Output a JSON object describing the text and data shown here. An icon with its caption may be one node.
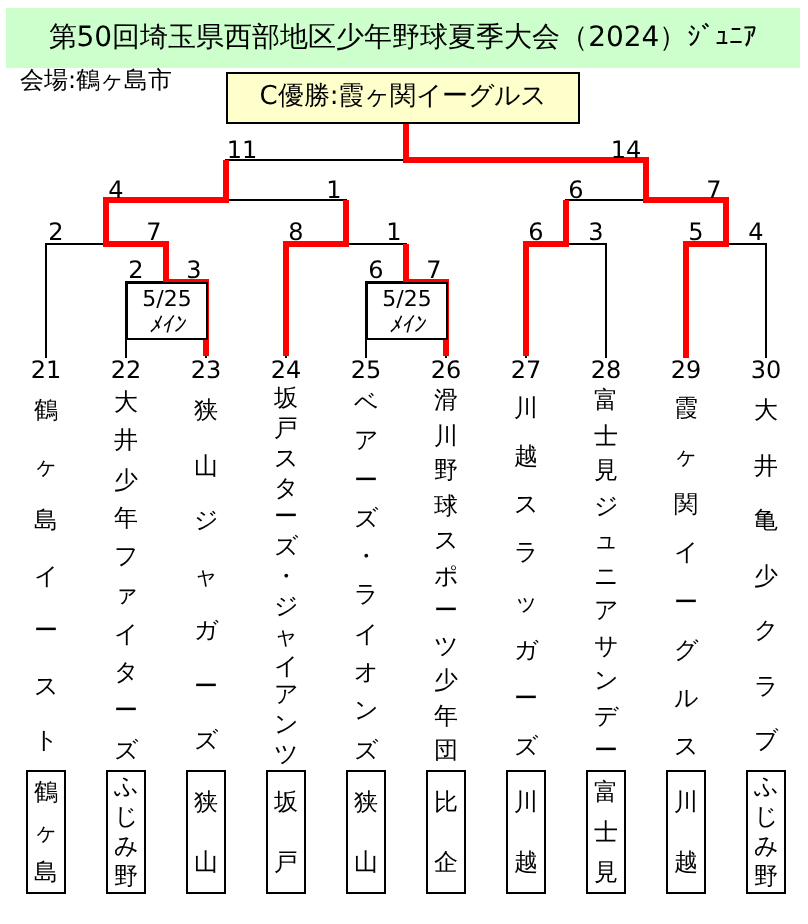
{
  "diagram": {
    "title": "第50回埼玉県西部地区少年野球夏季大会（2024）ｼﾞｭﾆｱ",
    "nodes": [
      {
        "text": [
          "C優勝:霞ヶ関イーグルス"
        ]
      },
      {
        "text": [
          "5/25",
          "ﾒｲﾝ"
        ]
      },
      {
        "text": [
          "5/25",
          "ﾒｲﾝ"
        ]
      },
      {
        "text": [
          "21",
          "鶴ヶ島イースト"
        ]
      },
      {
        "text": [
          "鶴ヶ島"
        ],
        "in": 3
      },
      {
        "text": [
          "22",
          "大井少年ファイターズ"
        ]
      },
      {
        "text": [
          "ふじみ野"
        ],
        "in": 5
      },
      {
        "text": [
          "23",
          "狭山ジャガーズ"
        ]
      },
      {
        "text": [
          "狭山"
        ],
        "in": 7
      },
      {
        "text": [
          "24",
          "坂戸スターズ・ジャイアンツ"
        ]
      },
      {
        "text": [
          "坂戸"
        ],
        "in": 9
      },
      {
        "text": [
          "25",
          "ベアーズ・ライオンズ"
        ]
      },
      {
        "text": [
          "狭山"
        ],
        "in": 11
      },
      {
        "text": [
          "26",
          "滑川野球スポーツ少年団"
        ]
      },
      {
        "text": [
          "比企"
        ],
        "in": 13
      },
      {
        "text": [
          "27",
          "川越スラッガーズ"
        ]
      },
      {
        "text": [
          "川越"
        ],
        "in": 15
      },
      {
        "text": [
          "28",
          "富士見ジュニアサンデー"
        ]
      },
      {
        "text": [
          "富士見"
        ],
        "in": 17
      },
      {
        "text": [
          "29",
          "霞ヶ関イーグルス"
        ]
      },
      {
        "text": [
          "川越"
        ],
        "in": 19
      },
      {
        "text": [
          "30",
          "大井亀少クラブ"
        ]
      },
      {
        "text": [
          "ふじみ野"
        ],
        "in": 21
      }
    ],
    "edges": [
      {
        "from": 3,
        "to": 0,
        "arrow": "none"
      },
      {
        "from": 5,
        "to": 0,
        "arrow": "none"
      },
      {
        "from": 7,
        "to": 0,
        "arrow": "none"
      },
      {
        "from": 9,
        "to": 0,
        "arrow": "none"
      },
      {
        "from": 11,
        "to": 0,
        "arrow": "none"
      },
      {
        "from": 13,
        "to": 0,
        "arrow": "none"
      },
      {
        "from": 15,
        "to": 0,
        "arrow": "none"
      },
      {
        "from": 17,
        "to": 0,
        "arrow": "none"
      },
      {
        "from": 19,
        "to": 0,
        "arrow": "none",
        "style": "thick",
        "color": "#ff0000"
      },
      {
        "from": 21,
        "to": 0,
        "arrow": "none"
      }
    ],
    "labels": [
      "会場:鶴ヶ島市",
      "11",
      "14",
      "4",
      "1",
      "6",
      "7",
      "2",
      "7",
      "8",
      "1",
      "6",
      "3",
      "5",
      "4",
      "2",
      "3",
      "6",
      "7"
    ]
  }
}
